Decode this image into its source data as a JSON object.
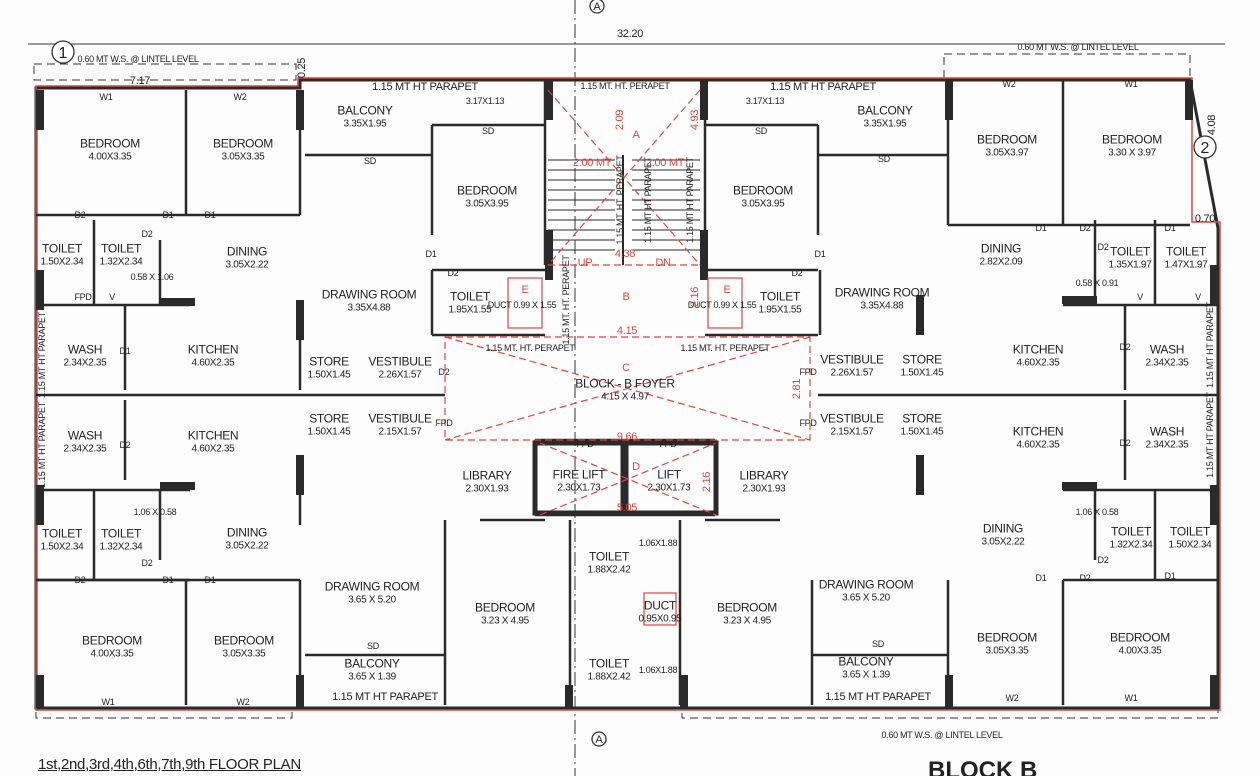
{
  "rooms": [
    {
      "name": "BEDROOM",
      "dim": "4.00X3.35"
    },
    {
      "name": "BEDROOM",
      "dim": "3.05X3.35"
    },
    {
      "name": "BALCONY",
      "dim": "3.35X1.95"
    },
    {
      "name": "BEDROOM",
      "dim": "3.05X3.95"
    },
    {
      "name": "TOILET",
      "dim": "1.50X2.34"
    },
    {
      "name": "TOILET",
      "dim": "1.32X2.34"
    },
    {
      "name": "DINING",
      "dim": "3.05X2.22"
    },
    {
      "name": "DRAWING ROOM",
      "dim": "3.35X4.88"
    },
    {
      "name": "TOILET",
      "dim": "1.95X1.55"
    },
    {
      "name": "WASH",
      "dim": "2.34X2.35"
    },
    {
      "name": "KITCHEN",
      "dim": "4.60X2.35"
    },
    {
      "name": "STORE",
      "dim": "1.50X1.45"
    },
    {
      "name": "VESTIBULE",
      "dim": "2.26X1.57"
    },
    {
      "name": "WASH",
      "dim": "2.34X2.35"
    },
    {
      "name": "KITCHEN",
      "dim": "4.60X2.35"
    },
    {
      "name": "STORE",
      "dim": "1.50X1.45"
    },
    {
      "name": "VESTIBULE",
      "dim": "2.15X1.57"
    },
    {
      "name": "LIBRARY",
      "dim": "2.30X1.93"
    },
    {
      "name": "TOILET",
      "dim": "1.50X2.34"
    },
    {
      "name": "TOILET",
      "dim": "1.32X2.34"
    },
    {
      "name": "DINING",
      "dim": "3.05X2.22"
    },
    {
      "name": "DRAWING ROOM",
      "dim": "3.65 X 5.20"
    },
    {
      "name": "BEDROOM",
      "dim": "4.00X3.35"
    },
    {
      "name": "BEDROOM",
      "dim": "3.05X3.35"
    },
    {
      "name": "BALCONY",
      "dim": "3.65 X 1.39"
    },
    {
      "name": "BEDROOM",
      "dim": "3.23 X 4.95"
    },
    {
      "name": "FIRE LIFT",
      "dim": "2.30X1.73"
    },
    {
      "name": "LIFT",
      "dim": "2.30X1.73"
    },
    {
      "name": "TOILET",
      "dim": "1.88X2.42"
    },
    {
      "name": "TOILET",
      "dim": "1.88X2.42"
    },
    {
      "name": "BLOCK - B FOYER",
      "dim": "4.15 X 4.97"
    },
    {
      "name": "DUCT",
      "dim": "0.95X0.95"
    },
    {
      "name": "BALCONY",
      "dim": "3.35X1.95"
    },
    {
      "name": "BEDROOM",
      "dim": "3.05X3.95"
    },
    {
      "name": "BEDROOM",
      "dim": "3.05X3.97"
    },
    {
      "name": "BEDROOM",
      "dim": "3.30 X 3.97"
    },
    {
      "name": "DINING",
      "dim": "2.82X2.09"
    },
    {
      "name": "TOILET",
      "dim": "1.35X1.97"
    },
    {
      "name": "TOILET",
      "dim": "1.47X1.97"
    },
    {
      "name": "DRAWING ROOM",
      "dim": "3.35X4.88"
    },
    {
      "name": "TOILET",
      "dim": "1.95X1.55"
    },
    {
      "name": "KITCHEN",
      "dim": "4.60X2.35"
    },
    {
      "name": "WASH",
      "dim": "2.34X2.35"
    },
    {
      "name": "STORE",
      "dim": "1.50X1.45"
    },
    {
      "name": "VESTIBULE",
      "dim": "2.26X1.57"
    },
    {
      "name": "STORE",
      "dim": "1.50X1.45"
    },
    {
      "name": "VESTIBULE",
      "dim": "2.15X1.57"
    },
    {
      "name": "KITCHEN",
      "dim": "4.60X2.35"
    },
    {
      "name": "WASH",
      "dim": "2.34X2.35"
    },
    {
      "name": "LIBRARY",
      "dim": "2.30X1.93"
    },
    {
      "name": "BEDROOM",
      "dim": "3.23 X 4.95"
    },
    {
      "name": "DINING",
      "dim": "3.05X2.22"
    },
    {
      "name": "TOILET",
      "dim": "1.32X2.34"
    },
    {
      "name": "TOILET",
      "dim": "1.50X2.34"
    },
    {
      "name": "DRAWING ROOM",
      "dim": "3.65 X 5.20"
    },
    {
      "name": "BEDROOM",
      "dim": "3.05X3.35"
    },
    {
      "name": "BEDROOM",
      "dim": "4.00X3.35"
    },
    {
      "name": "BALCONY",
      "dim": "3.65 X 1.39"
    }
  ],
  "annotations": [
    "1.15 MT HT PARAPET",
    "1.15 MT HT PARAPET",
    "1.15 MT HT PARAPET",
    "1.15 MT HT PARAPET",
    "3.17X1.13",
    "3.17X1.13",
    "1.15 MT. HT. PERAPET",
    "0.60 MT W.S. @ LINTEL LEVEL",
    "0.60 MT W.S. @ LINTEL LEVEL",
    "0.60 MT W.S. @ LINTEL LEVEL",
    "32.20",
    "7.17",
    "0.25",
    "4.08",
    "0.70",
    "1.15 MT. HT. PERAPET",
    "1.15 MT. HT. PERAPET",
    "1.06X1.88",
    "1.06X1.88",
    "0.58 X 1.06",
    "1.06 X 0.58",
    "0.58 X 0.91",
    "1.06 X 0.58",
    "DUCT 0.99 X 1.55",
    "DUCT 0.99 X 1.55",
    "1.15 MT HT PARAPET",
    "1.15 MT HT PARAPET",
    "1.15 MT HT PARAPET",
    "1.15 MT HT PARAPET",
    "1.15 MT. HT. PERAPET",
    "1.15 MT. HT. PERAPET",
    "1.15 MT HT PARAPET",
    "1.15 MT HT PARAPET"
  ],
  "red_labels": [
    "2.00 MT",
    "2.00 MT",
    "2.09",
    "4.93",
    "UP",
    "DN",
    "4.38",
    "4.15",
    "2.16",
    "2.16",
    "2.81",
    "9.66",
    "5.05",
    "A",
    "B",
    "C",
    "D",
    "E",
    "E"
  ],
  "door_tags": [
    "W1",
    "W2",
    "W1",
    "W2",
    "W2",
    "W1",
    "W2",
    "W1",
    "SD",
    "SD",
    "SD",
    "SD",
    "SD",
    "SD",
    "D1",
    "D1",
    "D1",
    "D2",
    "D2",
    "D2",
    "D1",
    "D1",
    "D2",
    "D2",
    "D2",
    "D1",
    "D1",
    "D1",
    "D1",
    "D2",
    "D2",
    "D2",
    "D2",
    "D1",
    "D1",
    "D2",
    "D2",
    "D2",
    "D2",
    "FPD",
    "FPD",
    "FPD",
    "FPD",
    "FPD",
    "FPD",
    "V",
    "V",
    "V",
    "V"
  ],
  "grid_markers": [
    "1",
    "2",
    "A",
    "A"
  ],
  "title": "1st,2nd,3rd,4th,6th,7th,9th  FLOOR PLAN",
  "block_label": "BLOCK B",
  "colors": {
    "wall": "#2a2a2a",
    "boundary": "#e0463a",
    "paper": "#fdfdfd"
  }
}
